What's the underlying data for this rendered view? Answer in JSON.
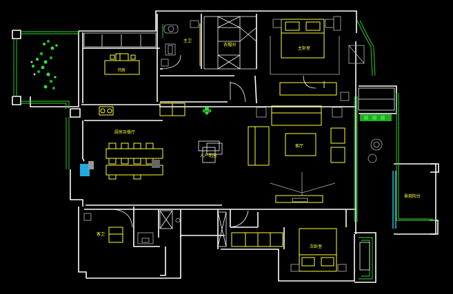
{
  "canvas": {
    "background": "#000000"
  },
  "colors": {
    "wall": "#ffffff",
    "furniture": "#ffff33",
    "glass": "#33dd33",
    "cyan": "#22ccee",
    "fixture": "#b8b8b8"
  },
  "rooms": {
    "bedroom_nw": "书房",
    "bath_north": "主卫",
    "closet": "衣帽间",
    "master_bedroom": "主卧室",
    "dining": "厨房及餐厅",
    "entry": "入户花园",
    "living": "客厅",
    "bath_south": "客卫",
    "second_bedroom": "次卧室",
    "balcony": "景观阳台"
  }
}
